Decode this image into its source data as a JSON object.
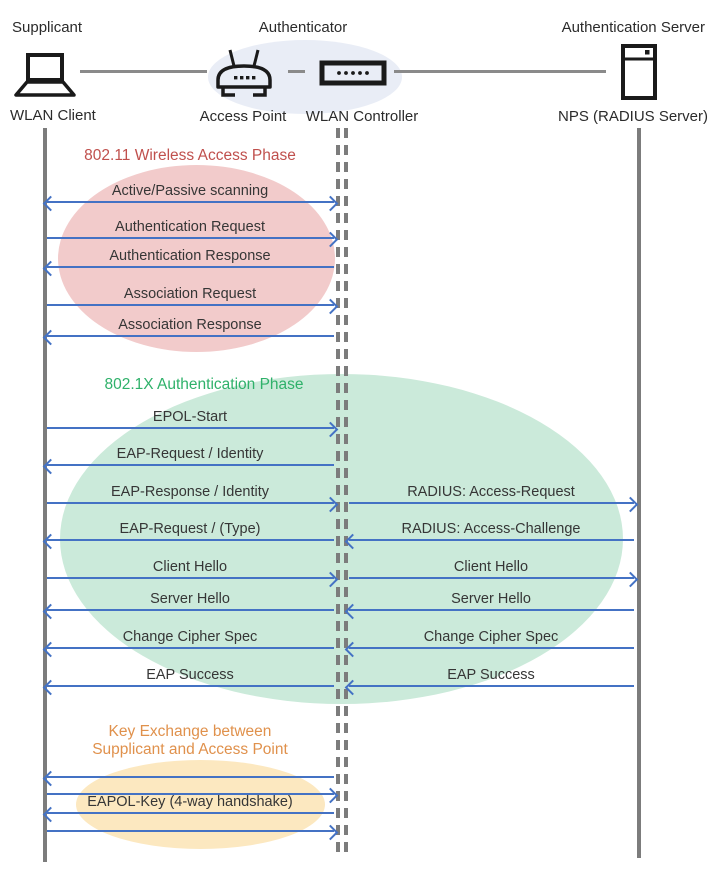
{
  "header": {
    "supplicant_role": "Supplicant",
    "authenticator_role": "Authenticator",
    "auth_server_role": "Authentication Server",
    "wlan_client_label": "WLAN Client",
    "access_point_label": "Access Point",
    "wlan_controller_label": "WLAN Controller",
    "nps_label": "NPS (RADIUS Server)"
  },
  "phases": [
    {
      "id": "wireless-access",
      "title": "802.11 Wireless Access Phase",
      "title_color": "#C0504D",
      "ellipse_color": "#F2CBCB"
    },
    {
      "id": "dot1x-authentication",
      "title": "802.1X Authentication Phase",
      "title_color": "#2FB16A",
      "ellipse_color": "#CBEADA"
    },
    {
      "id": "key-exchange",
      "title": "Key Exchange between Supplicant and Access Point",
      "title_line1": "Key Exchange between",
      "title_line2": "Supplicant and Access Point",
      "title_color": "#E0914C",
      "ellipse_color": "#FCE8C0"
    }
  ],
  "messages": [
    {
      "label": "Active/Passive scanning",
      "lane": "left",
      "dir": "both"
    },
    {
      "label": "Authentication Request",
      "lane": "left",
      "dir": "right"
    },
    {
      "label": "Authentication Response",
      "lane": "left",
      "dir": "left"
    },
    {
      "label": "Association Request",
      "lane": "left",
      "dir": "right"
    },
    {
      "label": "Association Response",
      "lane": "left",
      "dir": "left"
    },
    {
      "label": "EPOL-Start",
      "lane": "left",
      "dir": "right"
    },
    {
      "label": "EAP-Request / Identity",
      "lane": "left",
      "dir": "left"
    },
    {
      "label": "EAP-Response / Identity",
      "lane": "left",
      "dir": "right"
    },
    {
      "label": "RADIUS: Access-Request",
      "lane": "right",
      "dir": "right"
    },
    {
      "label": "EAP-Request / (Type)",
      "lane": "left",
      "dir": "left"
    },
    {
      "label": "RADIUS: Access-Challenge",
      "lane": "right",
      "dir": "left"
    },
    {
      "label": "Client Hello",
      "lane": "left",
      "dir": "right"
    },
    {
      "label": "Client Hello",
      "lane": "right",
      "dir": "right"
    },
    {
      "label": "Server Hello",
      "lane": "left",
      "dir": "left"
    },
    {
      "label": "Server Hello",
      "lane": "right",
      "dir": "left"
    },
    {
      "label": "Change Cipher Spec",
      "lane": "left",
      "dir": "left"
    },
    {
      "label": "Change Cipher Spec",
      "lane": "right",
      "dir": "left"
    },
    {
      "label": "EAP Success",
      "lane": "left",
      "dir": "left"
    },
    {
      "label": "EAP Success",
      "lane": "right",
      "dir": "left"
    },
    {
      "label": "",
      "lane": "left",
      "dir": "left"
    },
    {
      "label": "",
      "lane": "left",
      "dir": "right"
    },
    {
      "label": "EAPOL-Key (4-way handshake)",
      "lane": "left",
      "dir": "left"
    },
    {
      "label": "",
      "lane": "left",
      "dir": "right"
    }
  ],
  "colors": {
    "arrow": "#4472C4",
    "lifeline": "#7C7C7C",
    "message_text": "#363636",
    "header_ellipse": "#E9EDF6",
    "icon_stroke": "#1a1a1a",
    "connector_line": "#8a8a8a"
  }
}
